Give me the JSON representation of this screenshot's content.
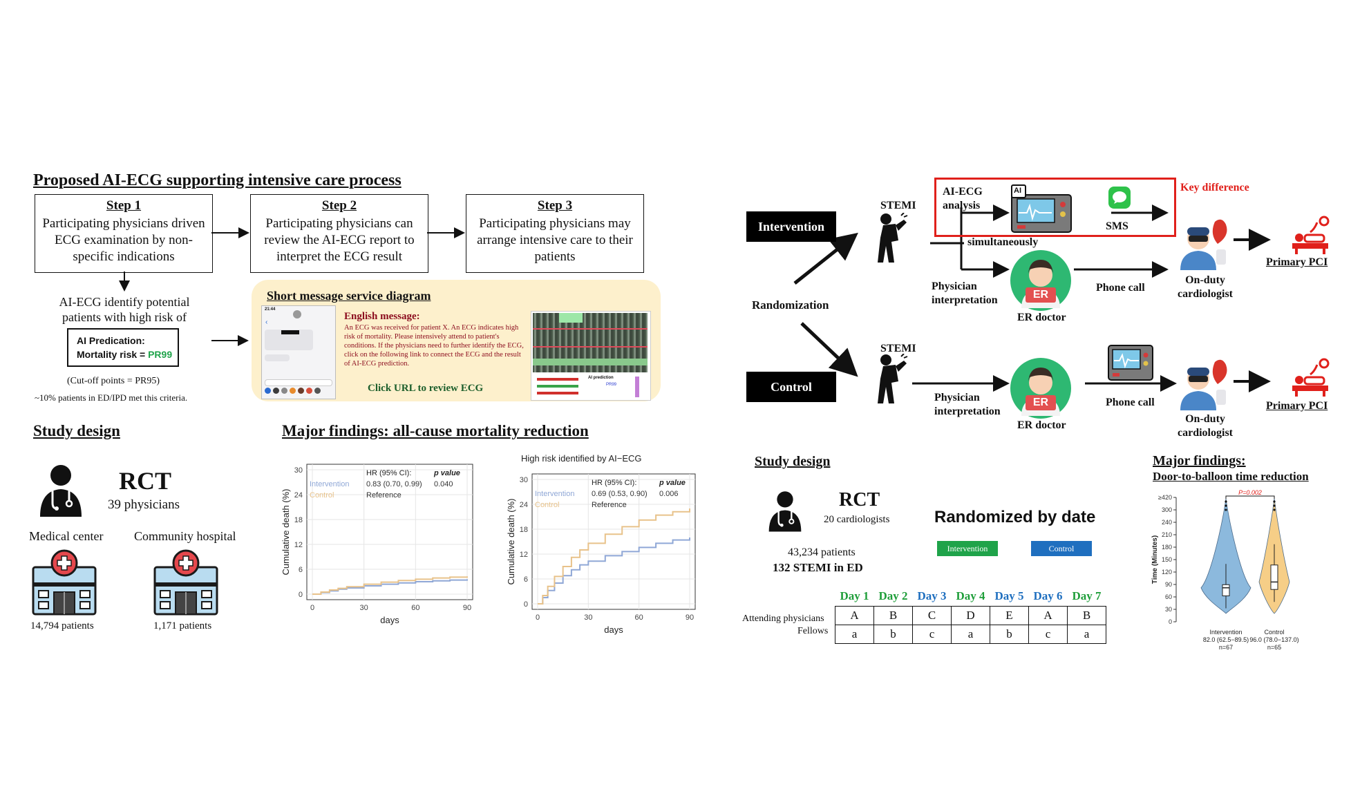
{
  "left": {
    "title": "Proposed AI-ECG supporting intensive care process",
    "steps": [
      {
        "label": "Step 1",
        "text": "Participating physicians driven ECG examination by non-specific indications"
      },
      {
        "label": "Step 2",
        "text": "Participating physicians can review the AI-ECG report to interpret the ECG result"
      },
      {
        "label": "Step 3",
        "text": "Participating physicians may arrange intensive care to their patients"
      }
    ],
    "identify_text": "AI-ECG identify potential patients with high risk of mortality",
    "ai_pred_line1": "AI Predication:",
    "ai_pred_line2": "Mortality risk = ",
    "ai_pred_value": "PR99",
    "cutoff": "(Cut-off points = PR95)",
    "criteria": "~10% patients in ED/IPD met this criteria.",
    "sms_title": "Short message service diagram",
    "english_heading": "English message:",
    "english_body": "An ECG was received for patient X. An ECG indicates high risk of mortality. Please intensively attend to patient's conditions. If the physicians need to further identify the ECG, click on the following link to connect the ECG and the result of AI-ECG prediction.",
    "click_url": "Click URL to review ECG",
    "phone_time": "21:44",
    "ecg_pred_label": "AI prediction",
    "ecg_pred_value": "PR99",
    "study_design": "Study design",
    "rct": "RCT",
    "physicians": "39 physicians",
    "medical_center": "Medical center",
    "community_hospital": "Community hospital",
    "mc_patients": "14,794 patients",
    "ch_patients": "1,171 patients",
    "major_findings": "Major findings: all-cause mortality reduction"
  },
  "chart_data": [
    {
      "type": "line",
      "title": "",
      "xlabel": "days",
      "ylabel": "Cumulative death (%)",
      "xlim": [
        0,
        90
      ],
      "ylim": [
        0,
        30
      ],
      "xticks": [
        0,
        30,
        60,
        90
      ],
      "yticks": [
        0,
        6,
        12,
        18,
        24,
        30
      ],
      "grid": true,
      "legend_position": "top-left",
      "table_header": [
        "HR (95% CI):",
        "p value"
      ],
      "table_rows": [
        {
          "name": "Intervention",
          "hr": "0.83 (0.70, 0.99)",
          "p": "0.040"
        },
        {
          "name": "Control",
          "hr": "Reference",
          "p": ""
        }
      ],
      "series": [
        {
          "name": "Intervention",
          "color": "#8fa7d6",
          "x": [
            0,
            5,
            10,
            15,
            20,
            30,
            40,
            50,
            60,
            70,
            80,
            90
          ],
          "values": [
            0,
            0.4,
            0.8,
            1.2,
            1.5,
            2.0,
            2.4,
            2.7,
            3.0,
            3.2,
            3.4,
            3.6
          ]
        },
        {
          "name": "Control",
          "color": "#e8c28a",
          "x": [
            0,
            5,
            10,
            15,
            20,
            30,
            40,
            50,
            60,
            70,
            80,
            90
          ],
          "values": [
            0,
            0.5,
            1.0,
            1.4,
            1.8,
            2.4,
            2.9,
            3.3,
            3.6,
            3.9,
            4.1,
            4.3
          ]
        }
      ]
    },
    {
      "type": "line",
      "title": "High risk identified by AI−ECG",
      "xlabel": "days",
      "ylabel": "Cumulative death (%)",
      "xlim": [
        0,
        90
      ],
      "ylim": [
        0,
        30
      ],
      "xticks": [
        0,
        30,
        60,
        90
      ],
      "yticks": [
        0,
        6,
        12,
        18,
        24,
        30
      ],
      "grid": true,
      "legend_position": "top-left",
      "table_header": [
        "HR (95% CI):",
        "p value"
      ],
      "table_rows": [
        {
          "name": "Intervention",
          "hr": "0.69 (0.53, 0.90)",
          "p": "0.006"
        },
        {
          "name": "Control",
          "hr": "Reference",
          "p": ""
        }
      ],
      "series": [
        {
          "name": "Intervention",
          "color": "#8fa7d6",
          "x": [
            0,
            3,
            6,
            10,
            15,
            20,
            25,
            30,
            40,
            50,
            60,
            70,
            80,
            90
          ],
          "values": [
            0,
            1.5,
            3.2,
            5.0,
            6.8,
            8.2,
            9.4,
            10.3,
            11.6,
            12.6,
            13.6,
            14.6,
            15.4,
            16.0
          ]
        },
        {
          "name": "Control",
          "color": "#e8c28a",
          "x": [
            0,
            3,
            6,
            10,
            15,
            20,
            25,
            30,
            40,
            50,
            60,
            70,
            80,
            90
          ],
          "values": [
            0,
            2.0,
            4.2,
            6.6,
            9.0,
            11.2,
            13.0,
            14.6,
            16.8,
            18.6,
            20.2,
            21.4,
            22.2,
            23.0
          ]
        }
      ]
    },
    {
      "type": "violin",
      "title": "",
      "ylabel": "Time (Minutes)",
      "yticks": [
        "0",
        "30",
        "60",
        "90",
        "120",
        "150",
        "180",
        "210",
        "240",
        "300",
        "≥420"
      ],
      "significance": "P=0.002",
      "groups": [
        {
          "name": "Intervention",
          "summary": "82.0 (62.5−89.5)",
          "n": "n=67",
          "color": "#7fb1d9",
          "median": 82.0,
          "q1": 62.5,
          "q3": 89.5
        },
        {
          "name": "Control",
          "summary": "96.0 (78.0−137.0)",
          "n": "n=65",
          "color": "#f5c97a",
          "median": 96.0,
          "q1": 78.0,
          "q3": 137.0
        }
      ]
    }
  ],
  "right": {
    "intervention": "Intervention",
    "control": "Control",
    "randomization": "Randomization",
    "stemi": "STEMI",
    "ai_ecg_analysis_1": "AI-ECG",
    "ai_ecg_analysis_2": "analysis",
    "ai_chip": "AI",
    "sms": "SMS",
    "simultaneously": "simultaneously",
    "key_difference": "Key difference",
    "physician_interpretation_1": "Physician",
    "physician_interpretation_2": "interpretation",
    "er_doctor": "ER doctor",
    "er_badge": "ER",
    "phone_call": "Phone call",
    "on_duty_1": "On-duty",
    "on_duty_2": "cardiologist",
    "primary_pci": "Primary PCI",
    "study_design": "Study design",
    "rct": "RCT",
    "cardiologists": "20 cardiologists",
    "patients": "43,234 patients",
    "stemi_ed": "132 STEMI in ED",
    "randomized_by_date": "Randomized by date",
    "tag_intervention": "Intervention",
    "tag_control": "Control",
    "days": [
      "Day 1",
      "Day 2",
      "Day 3",
      "Day 4",
      "Day 5",
      "Day 6",
      "Day 7"
    ],
    "attending_label": "Attending physicians",
    "fellows_label": "Fellows",
    "attending": [
      "A",
      "B",
      "C",
      "D",
      "E",
      "A",
      "B"
    ],
    "fellows": [
      "a",
      "b",
      "c",
      "a",
      "b",
      "c",
      "a"
    ],
    "major_findings_1": "Major findings:",
    "major_findings_2": "Door-to-balloon time reduction"
  },
  "colors": {
    "green": "#1fa34a",
    "blue": "#1f6fbf",
    "red": "#e0201b",
    "cream": "#fdf0cc"
  }
}
